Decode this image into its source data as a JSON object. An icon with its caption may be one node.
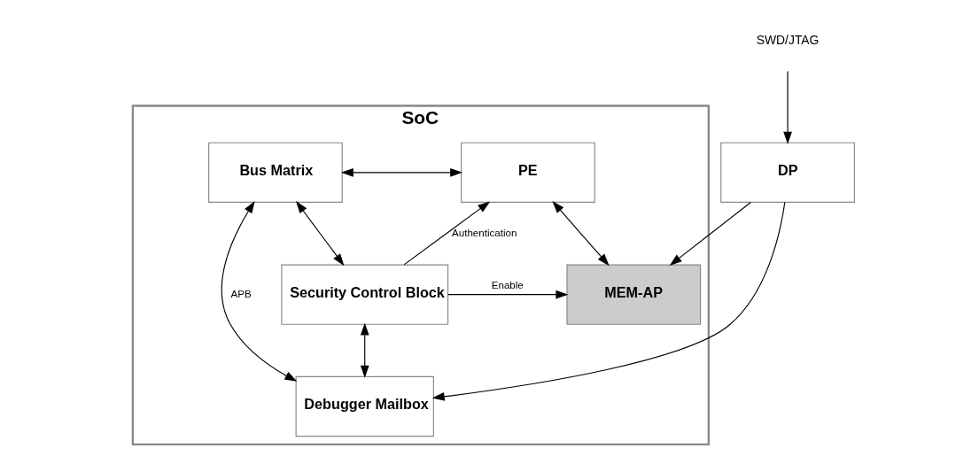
{
  "diagram": {
    "nodes": [
      {
        "text": [
          "SoC"
        ]
      },
      {
        "text": [
          "PE"
        ],
        "in": 0
      },
      {
        "text": [
          "Bus Matrix"
        ],
        "in": 0
      },
      {
        "text": [
          "MEM-AP"
        ],
        "in": 0
      },
      {
        "text": [
          "Security Control Block"
        ],
        "in": 0
      },
      {
        "text": [
          "Debugger Mailbox"
        ],
        "in": 0
      },
      {
        "text": [
          "DP"
        ]
      },
      {
        "text": [
          "SWD/JTAG"
        ]
      }
    ],
    "edges": [
      {
        "from": 1,
        "to": 2,
        "arrow": "both"
      },
      {
        "from": 1,
        "to": 3,
        "arrow": "both"
      },
      {
        "from": 4,
        "to": 1,
        "arrow": "to",
        "label": "Authentication"
      },
      {
        "from": 4,
        "to": 3,
        "arrow": "to",
        "label": "Enable"
      },
      {
        "from": 6,
        "to": 3,
        "arrow": "to"
      },
      {
        "from": 6,
        "to": 5,
        "arrow": "to"
      },
      {
        "from": 7,
        "to": 6,
        "arrow": "to"
      },
      {
        "from": 2,
        "to": 5,
        "arrow": "both",
        "label": "APB"
      },
      {
        "from": 4,
        "to": 5,
        "arrow": "both"
      },
      {
        "from": 4,
        "to": 2,
        "arrow": "both"
      }
    ]
  }
}
